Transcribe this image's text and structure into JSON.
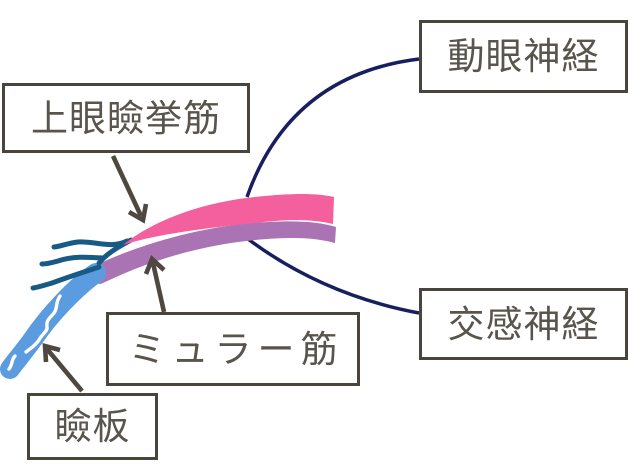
{
  "diagram": {
    "title_context": "eyelid-anatomy-diagram",
    "labels": {
      "oculomotor": "動眼神経",
      "levator": "上眼瞼挙筋",
      "sympathetic": "交感神経",
      "muller": "ミュラー筋",
      "tarsal": "瞼板"
    },
    "colors": {
      "levator_muscle_pink": "#f4609d",
      "muller_muscle_purple": "#aa73b3",
      "tarsal_plate_blue": "#5b9bdf",
      "nerve_branch_blue": "#175a86",
      "connector_navy": "#181f5f",
      "arrow_gray": "#4e4841",
      "box_border": "#49443c",
      "text_gray": "#59554d",
      "background": "#ffffff"
    }
  }
}
